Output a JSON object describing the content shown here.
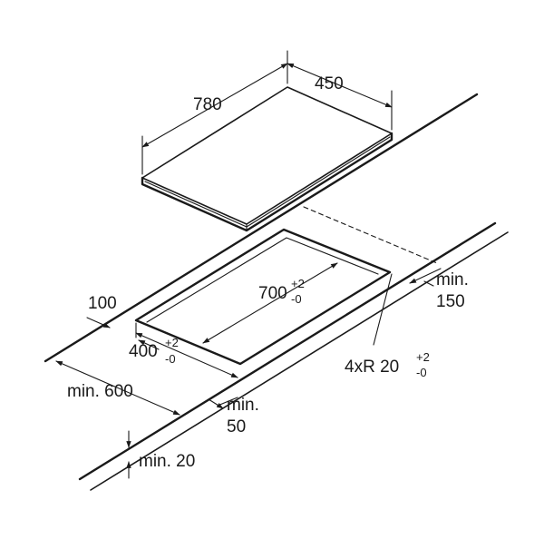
{
  "labels": {
    "hob_depth": "780",
    "hob_width": "450",
    "cutout_length": "700",
    "cutout_length_tol_plus": "+2",
    "cutout_length_tol_minus": "-0",
    "cutout_width": "400",
    "cutout_width_tol_plus": "+2",
    "cutout_width_tol_minus": "-0",
    "edge_offset": "100",
    "min_side_line1": "min.",
    "min_side_line2": "150",
    "corner_radius": "4xR 20",
    "corner_radius_tol_plus": "+2",
    "corner_radius_tol_minus": "-0",
    "min_depth": "min. 600",
    "min_front_line1": "min.",
    "min_front_line2": "50",
    "min_thickness": "min. 20"
  }
}
